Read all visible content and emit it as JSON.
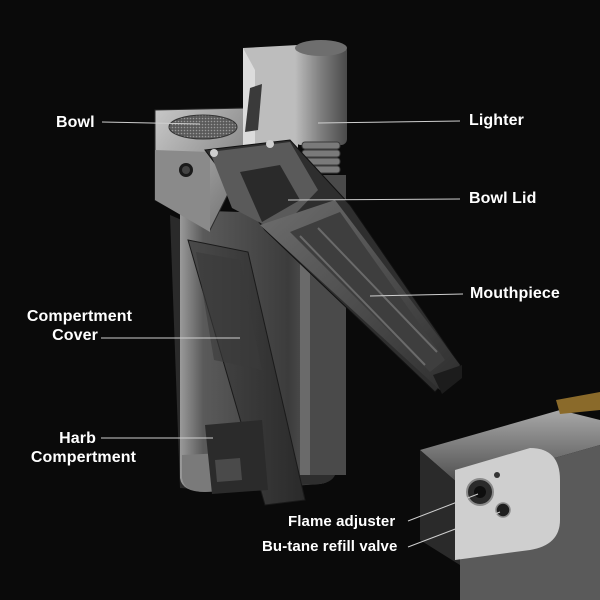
{
  "labels": {
    "bowl": "Bowl",
    "lighter": "Lighter",
    "bowl_lid": "Bowl Lid",
    "mouthpiece": "Mouthpiece",
    "compartment_cover_line1": "Compertment",
    "compartment_cover_line2": "Cover",
    "herb_compartment_line1": "Harb",
    "herb_compartment_line2": "Compertment",
    "flame_adjuster": "Flame adjuster",
    "refill_valve": "Bu-tane refill valve"
  },
  "colors": {
    "background": "#0a0a0a",
    "label_text": "#ffffff",
    "leader_line": "#cfcfcf",
    "metal_light": "#b9b9b9",
    "metal_dark": "#3a3a3a",
    "accent_brass": "#8a6a2a"
  }
}
